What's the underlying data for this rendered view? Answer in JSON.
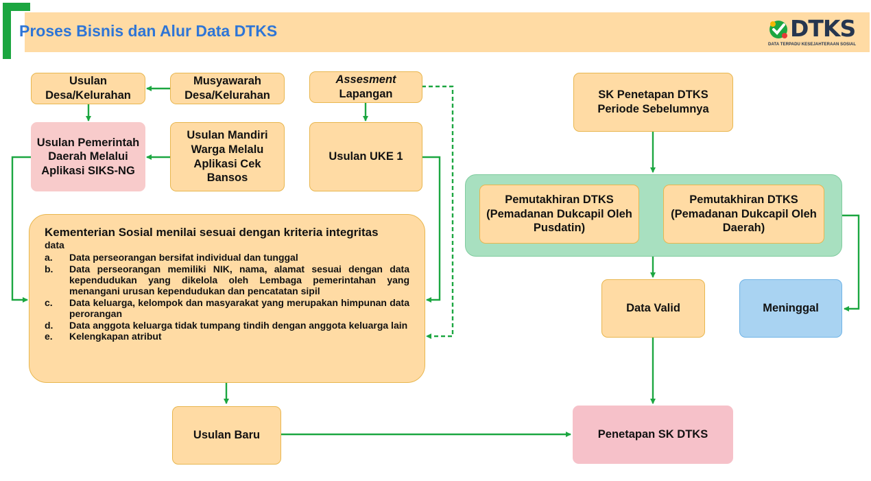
{
  "header": {
    "title": "Proses Bisnis dan Alur Data DTKS",
    "logo_text": "DTKS",
    "logo_subtitle": "DATA TERPADU KESEJAHTERAAN SOSIAL"
  },
  "nodes": {
    "usulan_desa": "Usulan Desa/Kelurahan",
    "musyawarah": "Musyawarah Desa/Kelurahan",
    "assesment_italic": "Assesment",
    "assesment_rest": "Lapangan",
    "usulan_pemda": "Usulan Pemerintah Daerah Melalui Aplikasi SIKS-NG",
    "usulan_mandiri": "Usulan Mandiri Warga Melalu Aplikasi Cek Bansos",
    "usulan_uke": "Usulan UKE 1",
    "usulan_baru": "Usulan Baru",
    "sk_sebelumnya": "SK Penetapan DTKS Periode Sebelumnya",
    "pemutakhiran_pusdatin": "Pemutakhiran DTKS (Pemadanan Dukcapil Oleh Pusdatin)",
    "pemutakhiran_daerah": "Pemutakhiran DTKS (Pemadanan Dukcapil Oleh Daerah)",
    "data_valid": "Data Valid",
    "meninggal": "Meninggal",
    "penetapan": "Penetapan SK DTKS"
  },
  "kemensos": {
    "title": "Kementerian Sosial menilai sesuai dengan kriteria integritas",
    "subtitle": "data",
    "criteria": [
      {
        "letter": "a.",
        "text": "Data perseorangan bersifat individual dan tunggal"
      },
      {
        "letter": "b.",
        "text": "Data perseorangan memiliki NIK, nama, alamat sesuai dengan data kependudukan yang dikelola oleh Lembaga pemerintahan yang menangani urusan kependudukan dan pencatatan sipil"
      },
      {
        "letter": "c.",
        "text": "Data keluarga, kelompok dan masyarakat yang merupakan himpunan data perorangan"
      },
      {
        "letter": "d.",
        "text": "Data anggota keluarga tidak tumpang tindih dengan anggota keluarga lain"
      },
      {
        "letter": "e.",
        "text": "Kelengkapan atribut"
      }
    ]
  },
  "colors": {
    "accent_green": "#1BA640",
    "title_blue": "#2E75D6",
    "box_orange": "#FFDBA4",
    "arrow_green": "#1BA640"
  }
}
